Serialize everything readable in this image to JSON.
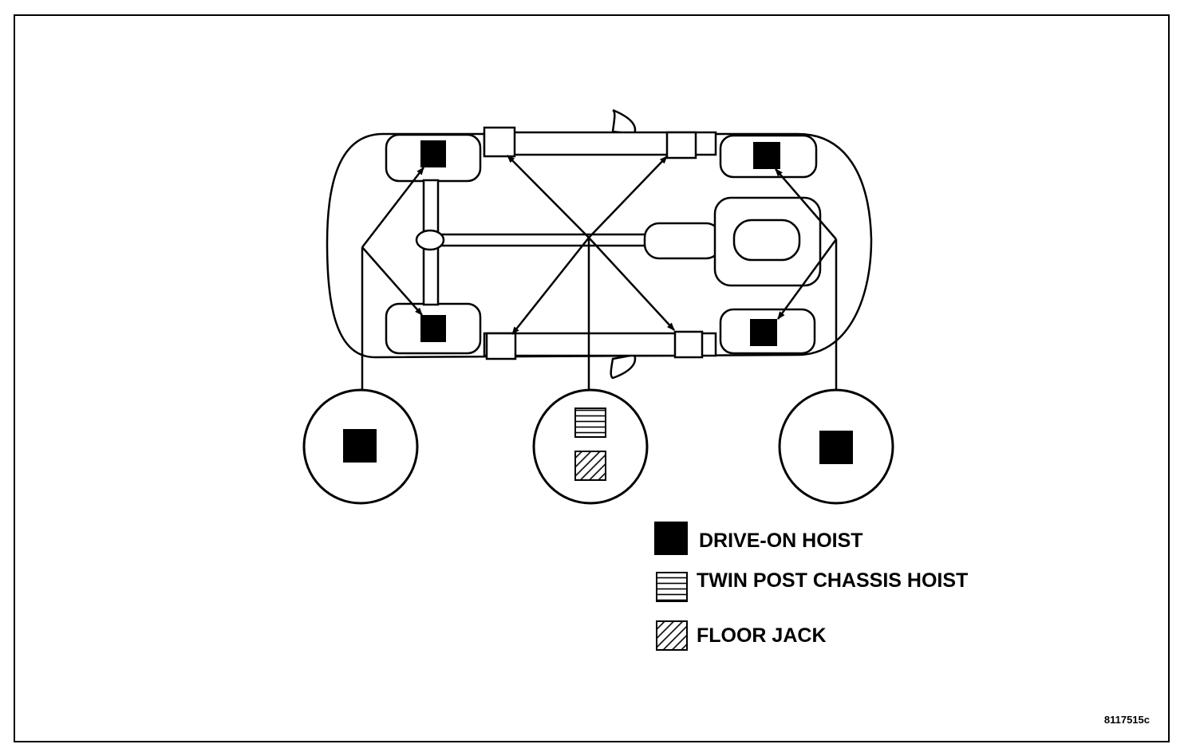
{
  "legend": {
    "drive_on_hoist": "DRIVE-ON HOIST",
    "twin_post_chassis_hoist": "TWIN POST CHASSIS HOIST",
    "floor_jack": "FLOOR JACK"
  },
  "figure_id": "8117515c",
  "colors": {
    "ink": "#000000",
    "paper": "#ffffff"
  }
}
